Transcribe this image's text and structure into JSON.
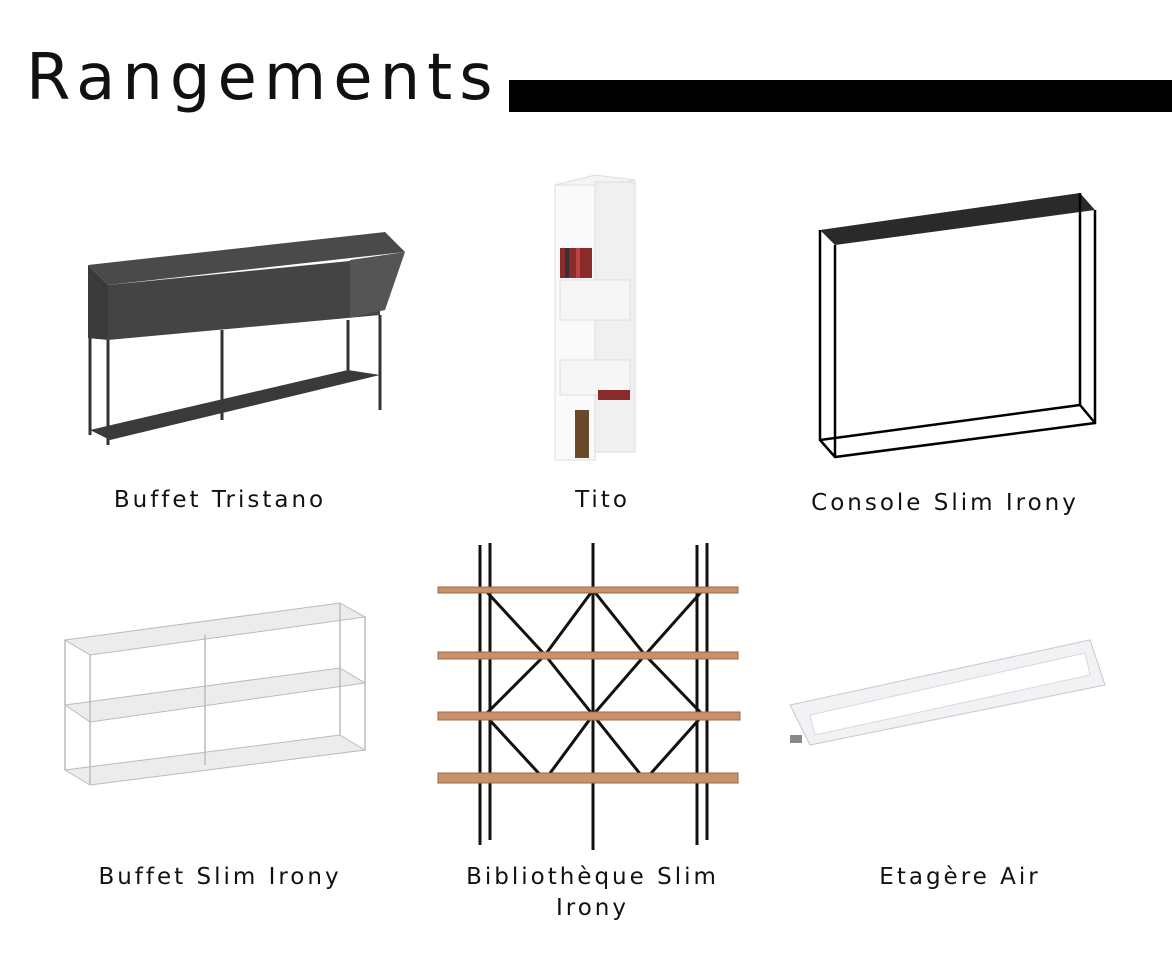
{
  "page": {
    "title": "Rangements"
  },
  "products": [
    {
      "name": "Buffet Tristano"
    },
    {
      "name": "Tito"
    },
    {
      "name": "Console Slim Irony"
    },
    {
      "name": "Buffet Slim Irony"
    },
    {
      "name": "Bibliothèque Slim Irony"
    },
    {
      "name": "Etagère Air"
    }
  ],
  "colors": {
    "dark_metal": "#3a3a3a",
    "wood": "#c8916a",
    "white_metal": "#e6e6e6",
    "black": "#000000"
  }
}
